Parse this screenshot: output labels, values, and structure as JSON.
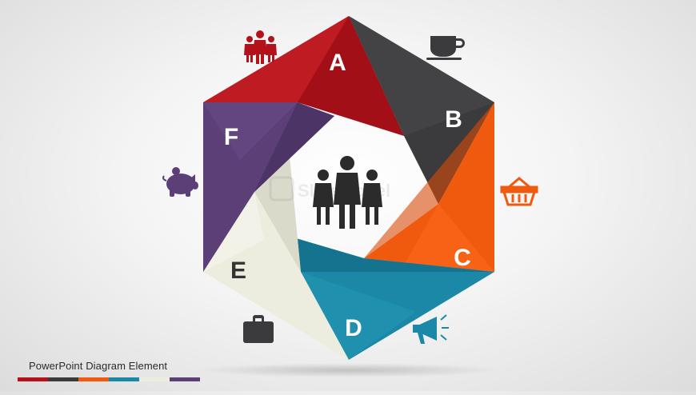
{
  "diagram": {
    "segments": [
      {
        "label": "A",
        "color": "#b3121a",
        "icon": "people-group-icon"
      },
      {
        "label": "B",
        "color": "#3b3a3c",
        "icon": "coffee-cup-icon"
      },
      {
        "label": "C",
        "color": "#f05a0e",
        "icon": "shopping-basket-icon"
      },
      {
        "label": "D",
        "color": "#1a88a6",
        "icon": "megaphone-icon"
      },
      {
        "label": "E",
        "color": "#ececdf",
        "icon": "briefcase-icon"
      },
      {
        "label": "F",
        "color": "#5b3f76",
        "icon": "piggy-bank-icon"
      }
    ],
    "center_icon": "business-team-icon",
    "watermark": "SlideModel"
  },
  "footer": {
    "title": "PowerPoint Diagram Element",
    "colors": [
      "#b3121a",
      "#3b3a3c",
      "#f05a0e",
      "#1a88a6",
      "#ececdf",
      "#5b3f76"
    ]
  }
}
